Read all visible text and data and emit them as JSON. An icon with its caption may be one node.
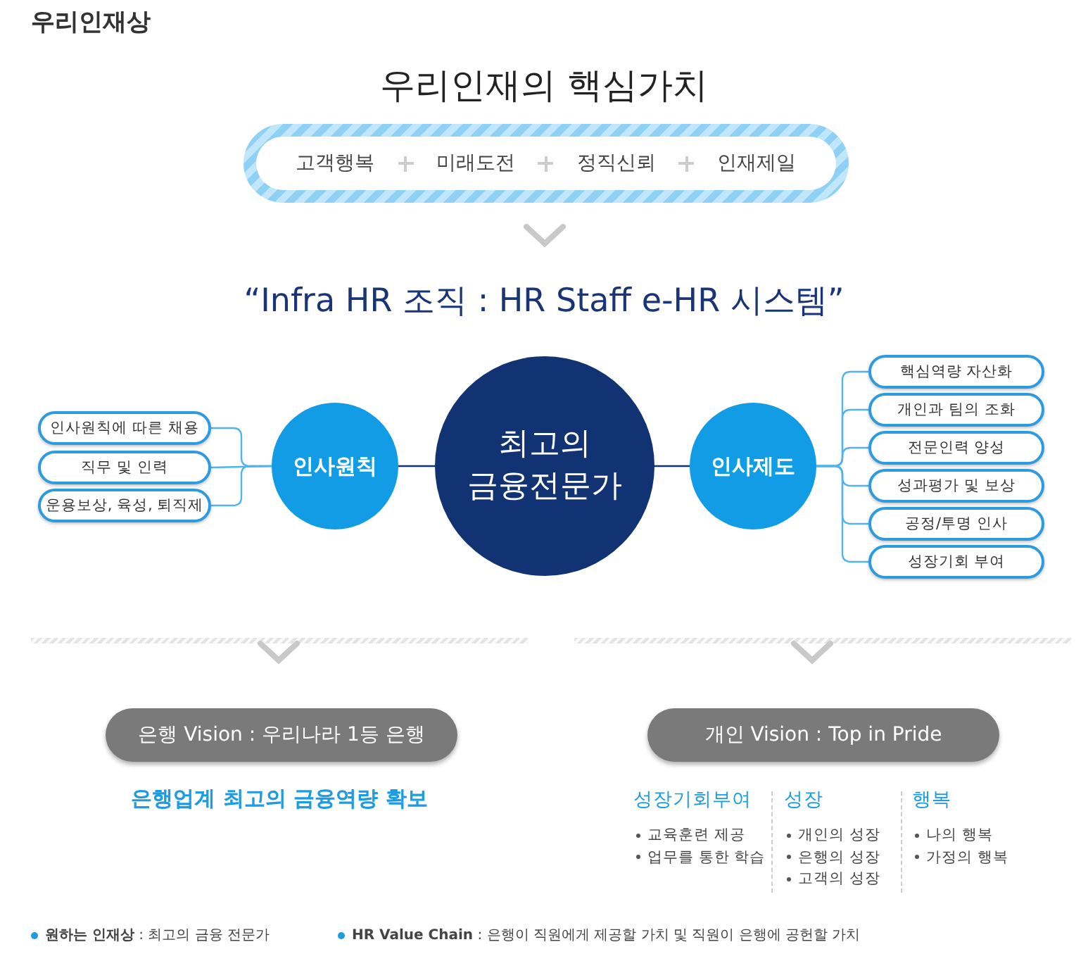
{
  "diagram": {
    "title": "우리인재의 핵심가치",
    "nodes": [
      {
        "text": [
          "고객행복",
          "미래도전",
          "정직신뢰",
          "인재제일"
        ]
      },
      {
        "text": [
          "인사원칙에 따른 채용"
        ]
      },
      {
        "text": [
          "직무 및 인력"
        ]
      },
      {
        "text": [
          "운용보상, 육성, 퇴직제"
        ]
      },
      {
        "text": [
          "인사원칙"
        ]
      },
      {
        "text": [
          "최고의 금융전문가"
        ]
      },
      {
        "text": [
          "인사제도"
        ]
      },
      {
        "text": [
          "핵심역량 자산화"
        ]
      },
      {
        "text": [
          "개인과 팀의 조화"
        ]
      },
      {
        "text": [
          "전문인력 양성"
        ]
      },
      {
        "text": [
          "성과평가 및 보상"
        ]
      },
      {
        "text": [
          "공정/투명 인사"
        ]
      },
      {
        "text": [
          "성장기회 부여"
        ]
      },
      {
        "text": [
          "은행 Vision : 우리나라 1등 은행"
        ]
      },
      {
        "text": [
          "개인 Vision : Top in Pride"
        ]
      }
    ],
    "edges": [
      {
        "from": 1,
        "to": 4,
        "arrow": "none"
      },
      {
        "from": 2,
        "to": 4,
        "arrow": "none"
      },
      {
        "from": 3,
        "to": 4,
        "arrow": "none"
      },
      {
        "from": 4,
        "to": 5,
        "arrow": "none",
        "color": "#123373"
      },
      {
        "from": 5,
        "to": 6,
        "arrow": "none",
        "color": "#123373"
      },
      {
        "from": 6,
        "to": 7,
        "arrow": "none"
      },
      {
        "from": 6,
        "to": 8,
        "arrow": "none"
      },
      {
        "from": 6,
        "to": 9,
        "arrow": "none"
      },
      {
        "from": 6,
        "to": 10,
        "arrow": "none"
      },
      {
        "from": 6,
        "to": 11,
        "arrow": "none"
      },
      {
        "from": 6,
        "to": 12,
        "arrow": "none"
      }
    ],
    "labels": [
      "우리인재상",
      "“Infra HR 조직 : HR Staff e-HR 시스템”",
      "은행업계 최고의 금융역량 확보",
      "성장기회부여",
      "교육훈련 제공",
      "업무를 통한 학습",
      "성장",
      "개인의 성장",
      "은행의 성장",
      "고객의 성장",
      "행복",
      "나의 행복",
      "가정의 행복",
      "**원하는 인재상** : 최고의 금융 전문가",
      "**HR Value Chain** : 은행이 직원에게 제공할 가치 및 직원이 은행에 공헌할 가치"
    ]
  }
}
